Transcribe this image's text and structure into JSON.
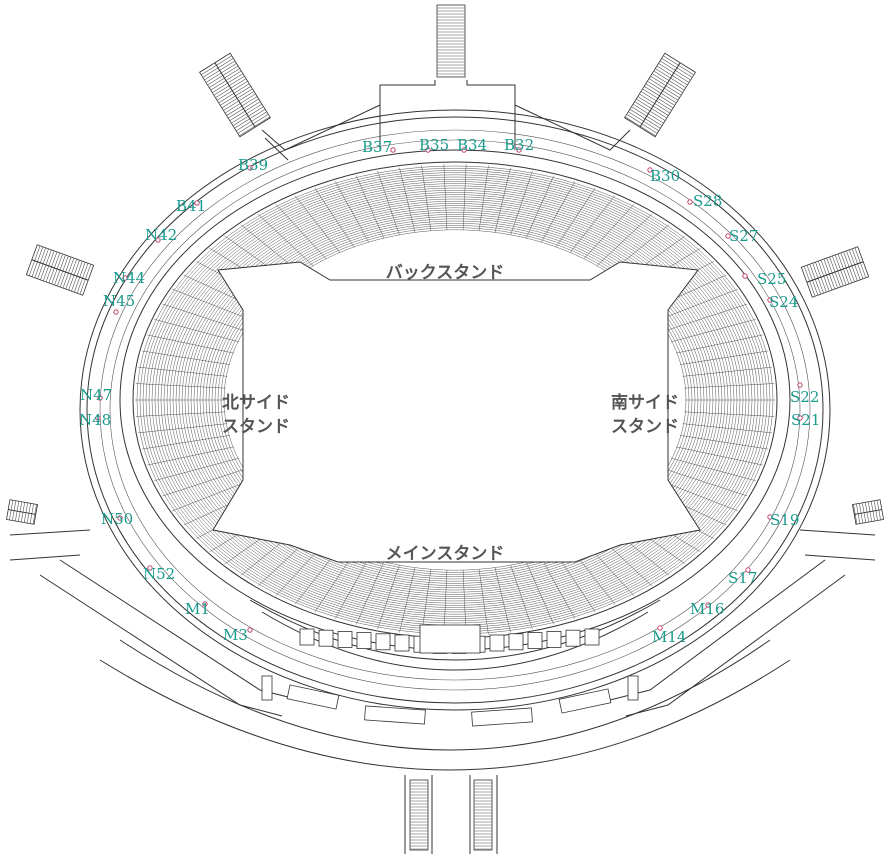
{
  "map": {
    "stands": {
      "back": "バックスタンド",
      "north_line1": "北サイド",
      "north_line2": "スタンド",
      "south_line1": "南サイド",
      "south_line2": "スタンド",
      "main": "メインスタンド"
    },
    "gates": {
      "B37": "B37",
      "B35": "B35",
      "B34": "B34",
      "B32": "B32",
      "B39": "B39",
      "B30": "B30",
      "B41": "B41",
      "S28": "S28",
      "N42": "N42",
      "S27": "S27",
      "N44": "N44",
      "S25": "S25",
      "N45": "N45",
      "S24": "S24",
      "N47": "N47",
      "S22": "S22",
      "N48": "N48",
      "S21": "S21",
      "N50": "N50",
      "S19": "S19",
      "N52": "N52",
      "S17": "S17",
      "M1": "M1",
      "M16": "M16",
      "M3": "M3",
      "M14": "M14"
    },
    "colors": {
      "gate_label": "#1a9a8c",
      "gate_marker": "#c0406a",
      "stand_label": "#555555",
      "lines": "#333333"
    }
  }
}
